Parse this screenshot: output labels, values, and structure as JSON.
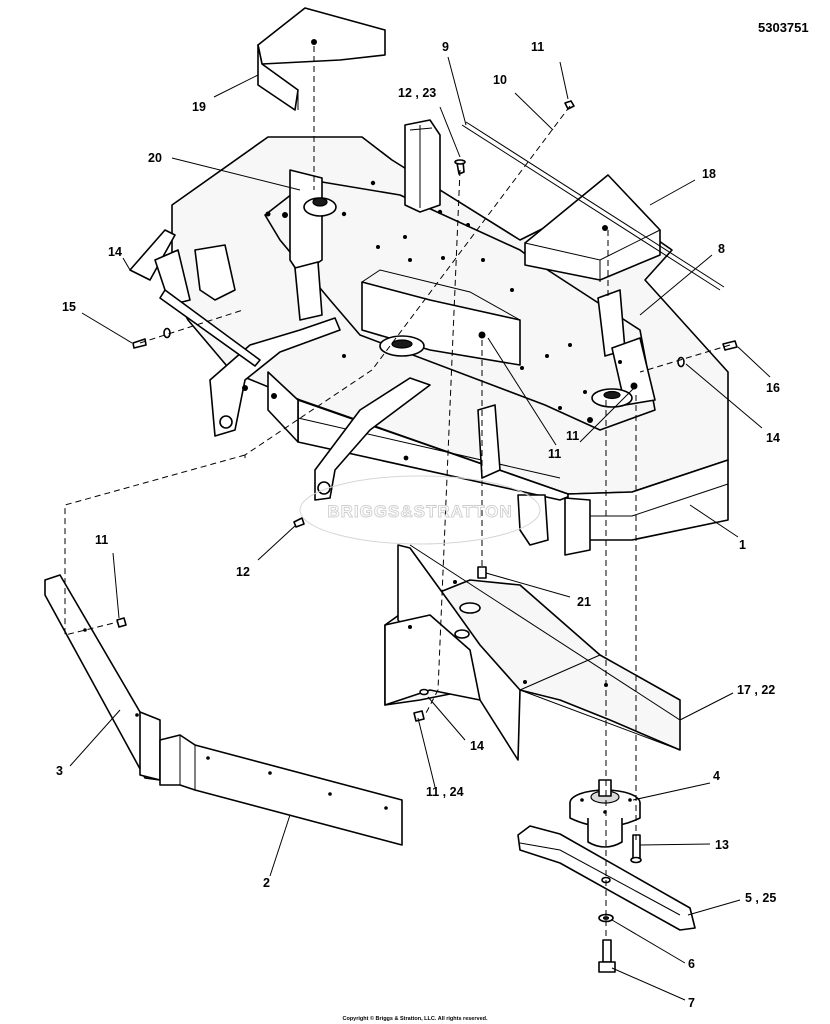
{
  "document": {
    "number": "5303751",
    "copyright": "Copyright © Briggs & Stratton, LLC. All rights reserved."
  },
  "watermark": "BRIGGS&STRATTON",
  "callouts": [
    {
      "id": "c-19",
      "label": "19"
    },
    {
      "id": "c-20",
      "label": "20"
    },
    {
      "id": "c-12-23",
      "label": "12 , 23"
    },
    {
      "id": "c-9",
      "label": "9"
    },
    {
      "id": "c-10",
      "label": "10"
    },
    {
      "id": "c-11-top",
      "label": "11"
    },
    {
      "id": "c-18",
      "label": "18"
    },
    {
      "id": "c-8",
      "label": "8"
    },
    {
      "id": "c-14-left",
      "label": "14"
    },
    {
      "id": "c-15",
      "label": "15"
    },
    {
      "id": "c-16",
      "label": "16"
    },
    {
      "id": "c-14-right",
      "label": "14"
    },
    {
      "id": "c-11-center",
      "label": "11"
    },
    {
      "id": "c-11-right",
      "label": "11"
    },
    {
      "id": "c-1",
      "label": "1"
    },
    {
      "id": "c-12",
      "label": "12"
    },
    {
      "id": "c-11-left",
      "label": "11"
    },
    {
      "id": "c-21",
      "label": "21"
    },
    {
      "id": "c-17-22",
      "label": "17 , 22"
    },
    {
      "id": "c-3",
      "label": "3"
    },
    {
      "id": "c-14-lower",
      "label": "14"
    },
    {
      "id": "c-11-24",
      "label": "11 , 24"
    },
    {
      "id": "c-4",
      "label": "4"
    },
    {
      "id": "c-13",
      "label": "13"
    },
    {
      "id": "c-2",
      "label": "2"
    },
    {
      "id": "c-5-25",
      "label": "5 , 25"
    },
    {
      "id": "c-6",
      "label": "6"
    },
    {
      "id": "c-7",
      "label": "7"
    }
  ]
}
